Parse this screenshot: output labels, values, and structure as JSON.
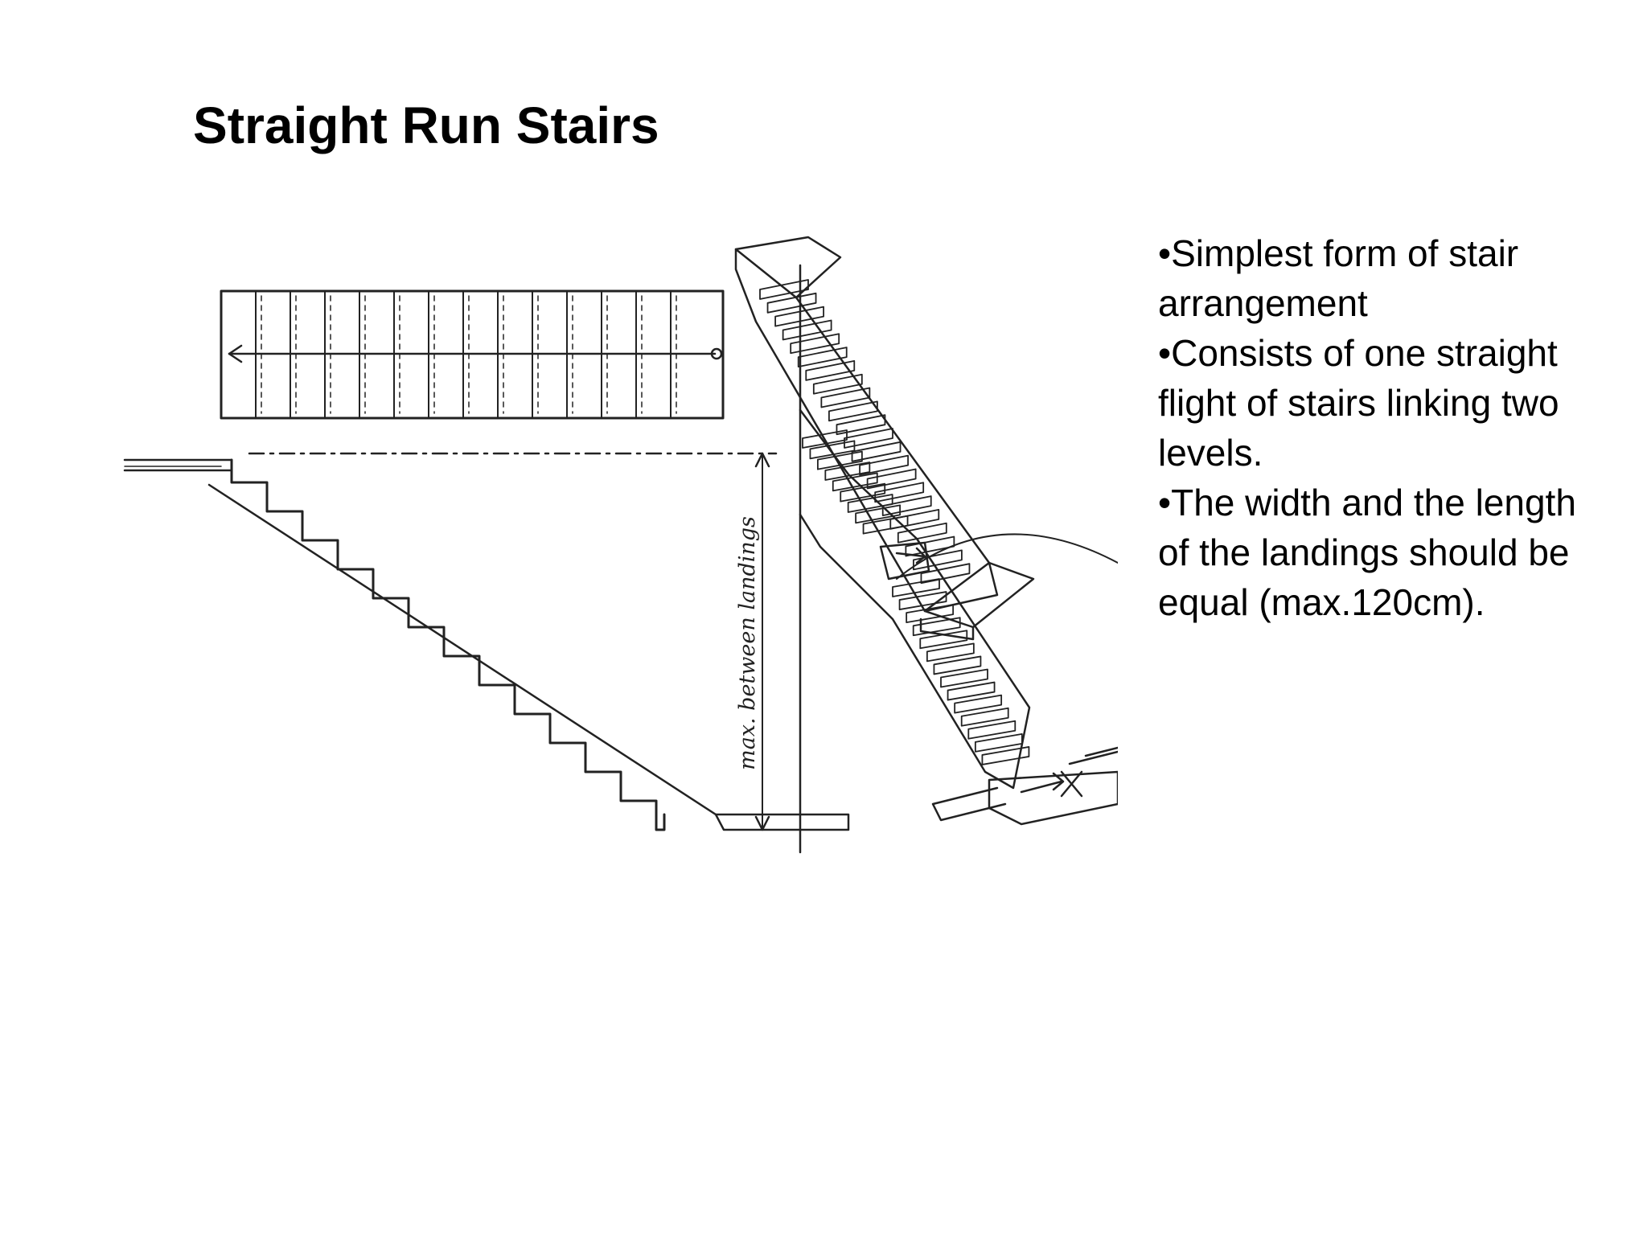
{
  "slide": {
    "title": "Straight Run Stairs"
  },
  "figure": {
    "dimension_label": "max. between landings"
  },
  "bullets": [
    {
      "mark": "•",
      "text": "Simplest form of stair arrangement"
    },
    {
      "mark": "•",
      "text": "Consists of one straight flight  of stairs linking two levels."
    },
    {
      "mark": "•",
      "text": "The width and the length of the landings should be equal (max.120cm)."
    }
  ]
}
